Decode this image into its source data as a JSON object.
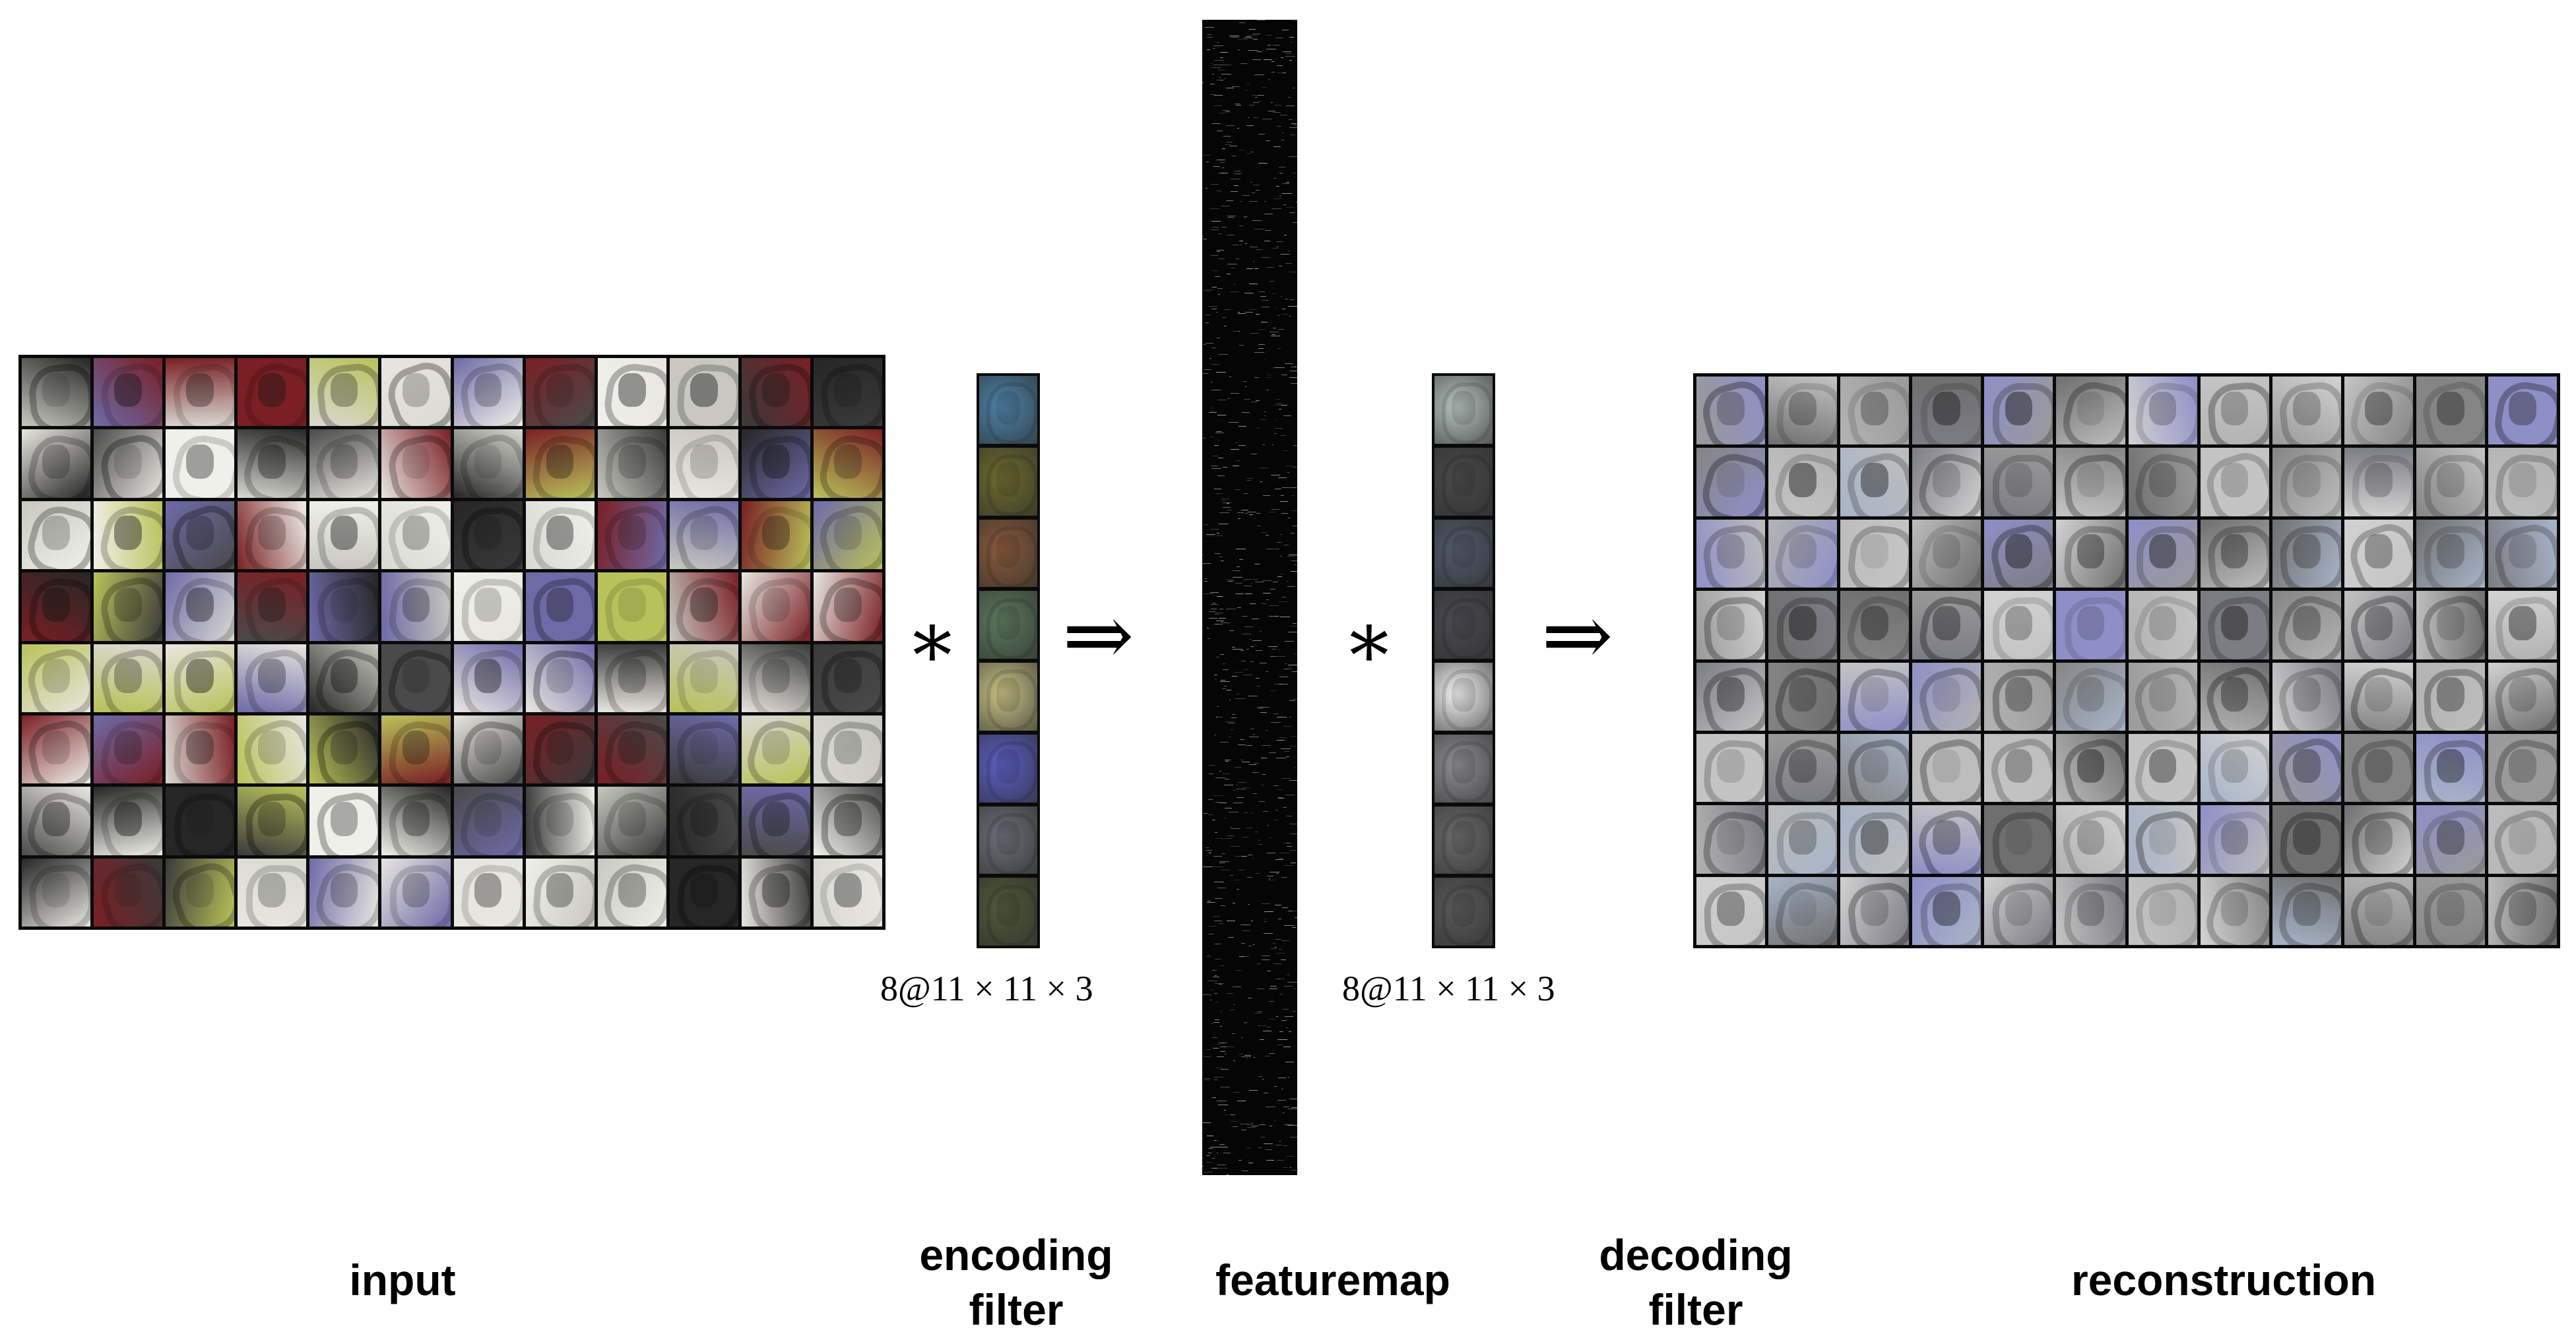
{
  "diagram": {
    "operators": {
      "encode_conv": "∗",
      "encode_arrow": "⇒",
      "decode_conv": "∗",
      "decode_arrow": "⇒"
    },
    "filter_dims": {
      "encoding": "8@11 × 11 × 3",
      "decoding": "8@11 × 11 × 3"
    },
    "stage_labels": {
      "input": "input",
      "encoding_filter": "encoding\nfilter",
      "featuremap": "featuremap",
      "decoding_filter": "decoding\nfilter",
      "reconstruction": "reconstruction"
    },
    "input_grid": {
      "rows": 8,
      "cols": 12
    },
    "reconstruction_grid": {
      "rows": 8,
      "cols": 12
    },
    "encoding_filters": 8,
    "decoding_filters": 8,
    "palette": {
      "input": [
        "#e8e6e0",
        "#d9d9d2",
        "#3a3a3a",
        "#7a1f24",
        "#b9c25a",
        "#6e6aa8",
        "#f0f0ea",
        "#4a4a4a",
        "#c8c8c0",
        "#262626"
      ],
      "reconstruction": [
        "#9a9a9a",
        "#b3b3b3",
        "#7c7c84",
        "#8f8fc8",
        "#c4c4c4",
        "#6f6f6f",
        "#a8b4c8",
        "#d2d2d2",
        "#858585",
        "#bdbdbd"
      ],
      "encoding_filters": [
        "#4d82a8",
        "#6d6b2e",
        "#8a5a3a",
        "#5c7a5e",
        "#c8c284",
        "#5b5fc4",
        "#6b6f78",
        "#4f5a3a"
      ],
      "decoding_filters": [
        "#b8c4c0",
        "#4a4a4a",
        "#525a6a",
        "#4b4b52",
        "#f4f4f4",
        "#8e8e94",
        "#6b6b6b",
        "#5a5a5a"
      ]
    }
  }
}
